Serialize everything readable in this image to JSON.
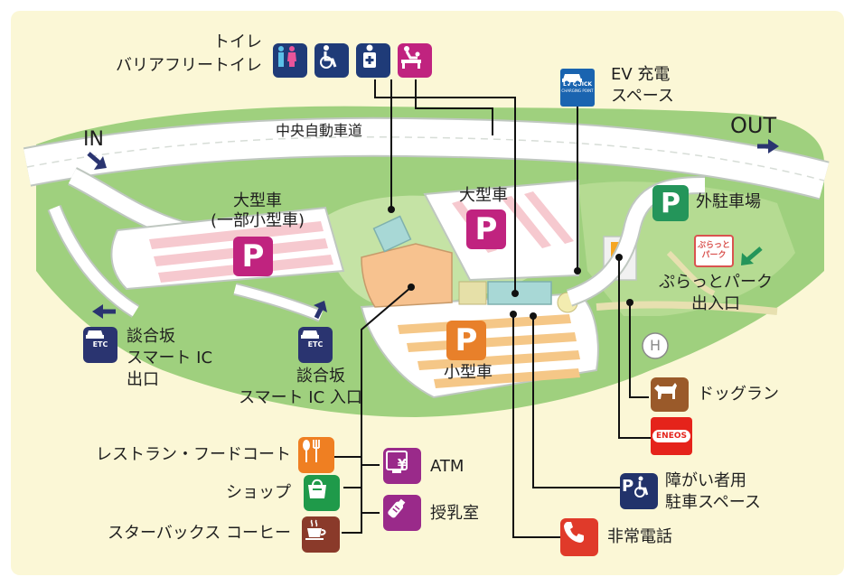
{
  "labels": {
    "toilet": "トイレ",
    "barrier_free_toilet": "バリアフリートイレ",
    "ev_charging_line1": "EV 充電",
    "ev_charging_line2": "スペース",
    "ev_quick_sign": "EV QUICK",
    "ev_sign_sub": "CHARGING POINT",
    "highway": "中央自動車道",
    "in": "IN",
    "out": "OUT",
    "large_vehicle": "大型車",
    "large_vehicle_partial_line1": "大型車",
    "large_vehicle_partial_line2": "(一部小型車)",
    "small_vehicle": "小型車",
    "outer_parking": "外駐車場",
    "plat_park_line1": "ぷらっとパーク",
    "plat_park_line2": "出入口",
    "plat_park_sign": "ぷらっと パーク",
    "smart_ic_exit_line1": "談合坂",
    "smart_ic_exit_line2": "スマート IC",
    "smart_ic_exit_line3": "出口",
    "smart_ic_entrance_line1": "談合坂",
    "smart_ic_entrance_line2": "スマート IC 入口",
    "etc_sign": "ETC",
    "dog_run": "ドッグラン",
    "eneos": "ENEOS",
    "restaurant_food_court": "レストラン・フードコート",
    "shop": "ショップ",
    "starbucks": "スターバックス コーヒー",
    "atm": "ATM",
    "yen": "¥",
    "nursing_room": "授乳室",
    "disabled_parking_line1": "障がい者用",
    "disabled_parking_line2": "駐車スペース",
    "emergency_phone": "非常電話",
    "parking_symbol": "P",
    "heliport_symbol": "H"
  },
  "colors": {
    "background": "#fbf7d6",
    "grass": "#9fd07e",
    "grass_light": "#c5e3a5",
    "road": "#ffffff",
    "road_edge": "#bfc7c0",
    "parking_pink": "#f6c9cf",
    "parking_orange": "#f5c787",
    "building_orange": "#f7c28f",
    "building_teal": "#a8d8d6",
    "parking_magenta": "#c0237f",
    "parking_orange_icon": "#e8802a",
    "parking_green": "#24955a",
    "toilet_blue": "#1f3b78",
    "restaurant_orange": "#ef7f22",
    "shop_green": "#1f9a4a",
    "starbucks_brown": "#8a3a2a",
    "atm_purple": "#9a2a8a",
    "disabled_navy": "#22336b",
    "phone_red": "#e03a2a",
    "dog_brown": "#9a5a2a",
    "eneos_red": "#e5231b",
    "ev_blue": "#1a64b0",
    "etc_navy": "#2a3470",
    "line": "#111111",
    "arrow": "#2a3470"
  },
  "icons": [
    "toilet-icon",
    "accessible-toilet-icon",
    "ostomate-icon",
    "baby-changing-icon",
    "ev-charging-icon",
    "etc-icon",
    "restaurant-icon",
    "shop-icon",
    "starbucks-coffee-icon",
    "atm-icon",
    "nursing-bottle-icon",
    "disabled-parking-icon",
    "emergency-phone-icon",
    "dog-run-icon",
    "eneos-icon",
    "heliport-icon"
  ]
}
